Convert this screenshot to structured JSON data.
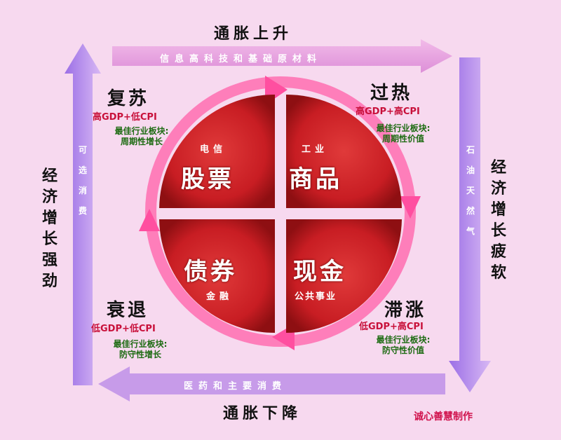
{
  "title_top": "通胀上升",
  "title_bottom": "通胀下降",
  "left_label": "经济增长强劲",
  "right_label": "经济增长疲软",
  "band_top": "信息高科技和基础原材料",
  "band_bottom": "医药和主要消费",
  "band_left": "可选消费",
  "band_right": "石油天然气",
  "quadrants": {
    "recovery": {
      "phase": "复苏",
      "condition": "高GDP+低CPI",
      "best_label": "最佳行业板块:",
      "best_value": "周期性增长",
      "asset": "股票",
      "sector": "电信"
    },
    "overheat": {
      "phase": "过热",
      "condition": "高GDP+高CPI",
      "best_label": "最佳行业板块:",
      "best_value": "周期性价值",
      "asset": "商品",
      "sector": "工业"
    },
    "recession": {
      "phase": "衰退",
      "condition": "低GDP+低CPI",
      "best_label": "最佳行业板块:",
      "best_value": "防守性增长",
      "asset": "债券",
      "sector": "金融"
    },
    "stagflation": {
      "phase": "滞涨",
      "condition": "低GDP+高CPI",
      "best_label": "最佳行业板块:",
      "best_value": "防守性价值",
      "asset": "现金",
      "sector": "公共事业"
    }
  },
  "credit": "诚心善慧制作",
  "colors": {
    "background": "#f7d9ef",
    "band": "#e7a4e2",
    "arrow": "#b58bea",
    "quadrant": "#d4222a",
    "quadrant_dark": "#8e0f12",
    "ring": "#ff6db0"
  }
}
